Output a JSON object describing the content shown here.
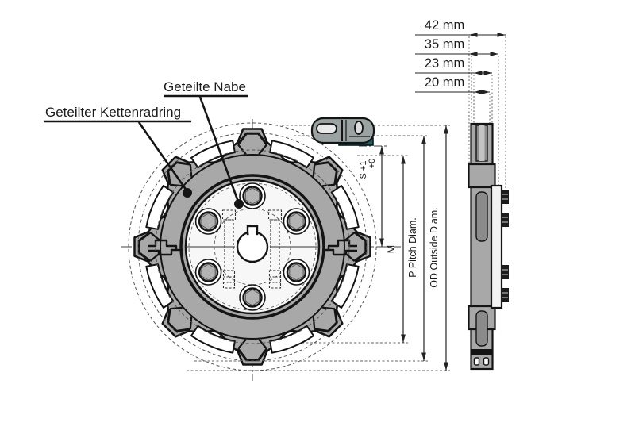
{
  "labels": {
    "hub_callout": "Geteilte Nabe",
    "ring_callout": "Geteilter Kettenradring"
  },
  "top_dimensions": [
    {
      "label": "42 mm"
    },
    {
      "label": "35 mm"
    },
    {
      "label": "23 mm"
    },
    {
      "label": "20 mm"
    }
  ],
  "radial_dimensions": {
    "s_line1": "S +1",
    "s_line2": "+0",
    "m": "M",
    "pitch": "P Pitch Diam.",
    "outside": "OD Outside Diam."
  },
  "colors": {
    "body_gray": "#a8a8a8",
    "pocket_white": "#ffffff",
    "hub_white": "#f7f7f7",
    "bolt_gray": "#b3b3b3",
    "teal_insert": "#1d6066",
    "outline": "#141414",
    "dim_line": "#333333",
    "construction": "#555555"
  }
}
